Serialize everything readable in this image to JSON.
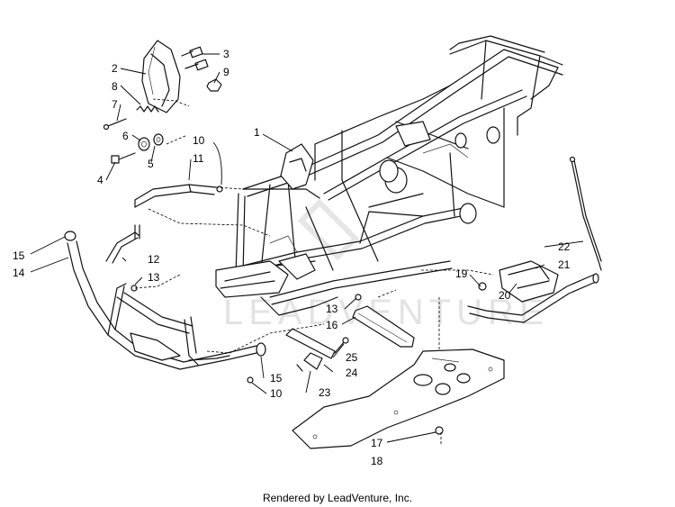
{
  "diagram": {
    "watermark": "LEADVENTURE",
    "footer": "Rendered by LeadVenture, Inc.",
    "callouts": {
      "c1": "1",
      "c2": "2",
      "c3": "3",
      "c4": "4",
      "c5": "5",
      "c6": "6",
      "c7": "7",
      "c8": "8",
      "c9": "9",
      "c10a": "10",
      "c10b": "10",
      "c11": "11",
      "c12": "12",
      "c13a": "13",
      "c13b": "13",
      "c14": "14",
      "c15a": "15",
      "c15b": "15",
      "c16": "16",
      "c17": "17",
      "c18": "18",
      "c19": "19",
      "c20": "20",
      "c21": "21",
      "c22": "22",
      "c23": "23",
      "c24": "24",
      "c25": "25"
    }
  }
}
